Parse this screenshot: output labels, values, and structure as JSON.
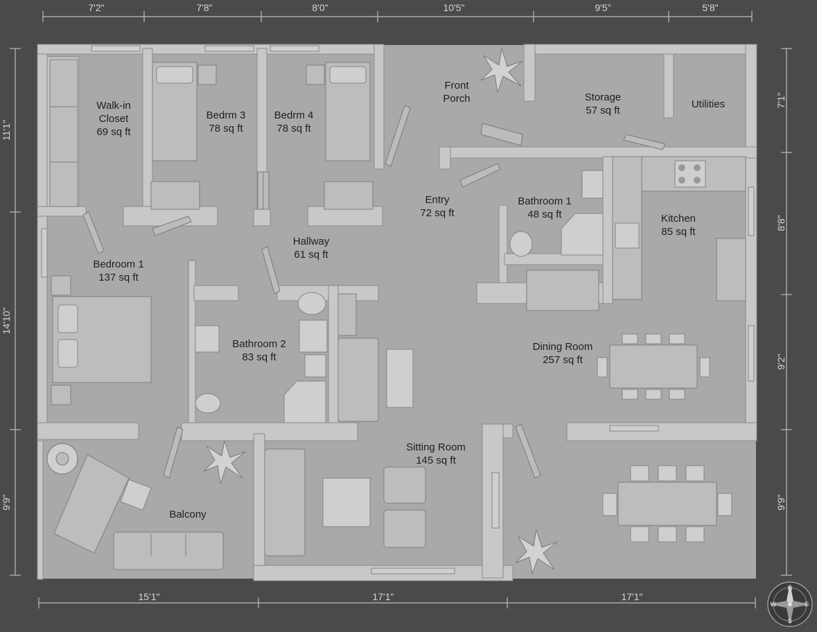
{
  "dimensions": {
    "top": [
      "7'2\"",
      "7'8\"",
      "8'0\"",
      "10'5\"",
      "9'5\"",
      "5'8\""
    ],
    "bottom": [
      "15'1\"",
      "17'1\"",
      "17'1\""
    ],
    "left": [
      "11'1\"",
      "14'10\"",
      "9'9\""
    ],
    "right": [
      "7'1\"",
      "8'8\"",
      "9'2\"",
      "9'9\""
    ]
  },
  "rooms": {
    "walkin_closet": [
      "Walk-in",
      "Closet",
      "69 sq ft"
    ],
    "bedroom3": [
      "Bedrm 3",
      "78 sq ft"
    ],
    "bedroom4": [
      "Bedrm 4",
      "78 sq ft"
    ],
    "front_porch": [
      "Front",
      "Porch"
    ],
    "storage": [
      "Storage",
      "57 sq ft"
    ],
    "utilities": [
      "Utilities"
    ],
    "entry": [
      "Entry",
      "72 sq ft"
    ],
    "bathroom1": [
      "Bathroom 1",
      "48 sq ft"
    ],
    "kitchen": [
      "Kitchen",
      "85 sq ft"
    ],
    "hallway": [
      "Hallway",
      "61 sq ft"
    ],
    "bedroom1": [
      "Bedroom 1",
      "137 sq ft"
    ],
    "bathroom2": [
      "Bathroom 2",
      "83 sq ft"
    ],
    "dining_room": [
      "Dining Room",
      "257 sq ft"
    ],
    "sitting_room": [
      "Sitting Room",
      "145 sq ft"
    ],
    "balcony": [
      "Balcony"
    ]
  },
  "compass": {
    "n": "N",
    "s": "S",
    "e": "E",
    "w": "W"
  },
  "colors": {
    "background": "#4a4a4a",
    "floor": "#a9a9a9",
    "wall": "#c8c8c8",
    "text": "#1e1e1e",
    "dimension_text": "#d6d6d6"
  },
  "icons": [
    "potted-plant-icon",
    "compass-rose-icon"
  ]
}
